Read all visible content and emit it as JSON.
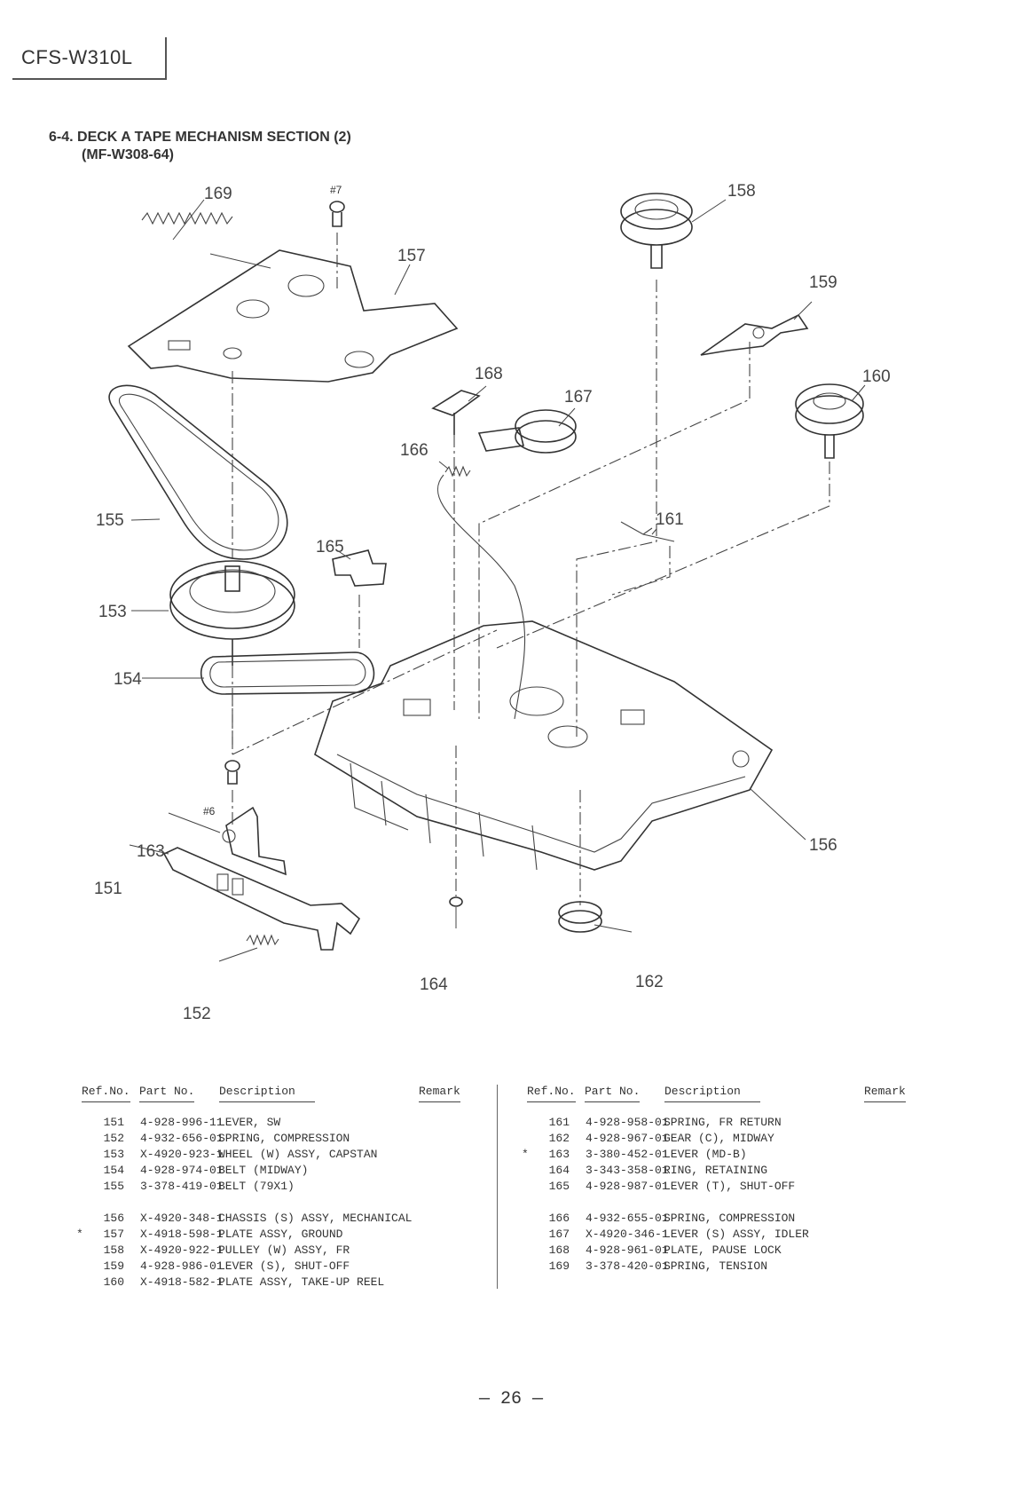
{
  "header": {
    "model": "CFS-W310L"
  },
  "section": {
    "title": "6-4. DECK A TAPE MECHANISM SECTION (2)",
    "subtitle": "(MF-W308-64)"
  },
  "diagram": {
    "callouts": [
      "169",
      "157",
      "158",
      "159",
      "160",
      "168",
      "167",
      "166",
      "155",
      "165",
      "161",
      "153",
      "154",
      "156",
      "163",
      "151",
      "164",
      "162",
      "152"
    ],
    "screws": [
      "#7",
      "#6"
    ]
  },
  "table_headers": {
    "ref": "Ref.No.",
    "part": "Part No.",
    "desc": "Description",
    "remark": "Remark"
  },
  "parts_left": [
    {
      "mark": "",
      "ref": "151",
      "part": "4-928-996-11",
      "desc": "LEVER, SW"
    },
    {
      "mark": "",
      "ref": "152",
      "part": "4-932-656-01",
      "desc": "SPRING, COMPRESSION"
    },
    {
      "mark": "",
      "ref": "153",
      "part": "X-4920-923-1",
      "desc": "WHEEL (W) ASSY, CAPSTAN"
    },
    {
      "mark": "",
      "ref": "154",
      "part": "4-928-974-01",
      "desc": "BELT (MIDWAY)"
    },
    {
      "mark": "",
      "ref": "155",
      "part": "3-378-419-01",
      "desc": "BELT (79X1)"
    },
    {
      "mark": "",
      "ref": "156",
      "part": "X-4920-348-1",
      "desc": "CHASSIS (S) ASSY, MECHANICAL"
    },
    {
      "mark": "*",
      "ref": "157",
      "part": "X-4918-598-1",
      "desc": "PLATE ASSY, GROUND"
    },
    {
      "mark": "",
      "ref": "158",
      "part": "X-4920-922-1",
      "desc": "PULLEY (W) ASSY, FR"
    },
    {
      "mark": "",
      "ref": "159",
      "part": "4-928-986-01",
      "desc": "LEVER (S), SHUT-OFF"
    },
    {
      "mark": "",
      "ref": "160",
      "part": "X-4918-582-1",
      "desc": "PLATE ASSY, TAKE-UP REEL"
    }
  ],
  "parts_right": [
    {
      "mark": "",
      "ref": "161",
      "part": "4-928-958-01",
      "desc": "SPRING, FR RETURN"
    },
    {
      "mark": "",
      "ref": "162",
      "part": "4-928-967-01",
      "desc": "GEAR (C), MIDWAY"
    },
    {
      "mark": "*",
      "ref": "163",
      "part": "3-380-452-01",
      "desc": "LEVER (MD-B)"
    },
    {
      "mark": "",
      "ref": "164",
      "part": "3-343-358-01",
      "desc": "RING, RETAINING"
    },
    {
      "mark": "",
      "ref": "165",
      "part": "4-928-987-01",
      "desc": "LEVER (T), SHUT-OFF"
    },
    {
      "mark": "",
      "ref": "166",
      "part": "4-932-655-01",
      "desc": "SPRING, COMPRESSION"
    },
    {
      "mark": "",
      "ref": "167",
      "part": "X-4920-346-1",
      "desc": "LEVER (S) ASSY, IDLER"
    },
    {
      "mark": "",
      "ref": "168",
      "part": "4-928-961-01",
      "desc": "PLATE, PAUSE LOCK"
    },
    {
      "mark": "",
      "ref": "169",
      "part": "3-378-420-01",
      "desc": "SPRING, TENSION"
    }
  ],
  "footer": {
    "page": "— 26 —"
  }
}
